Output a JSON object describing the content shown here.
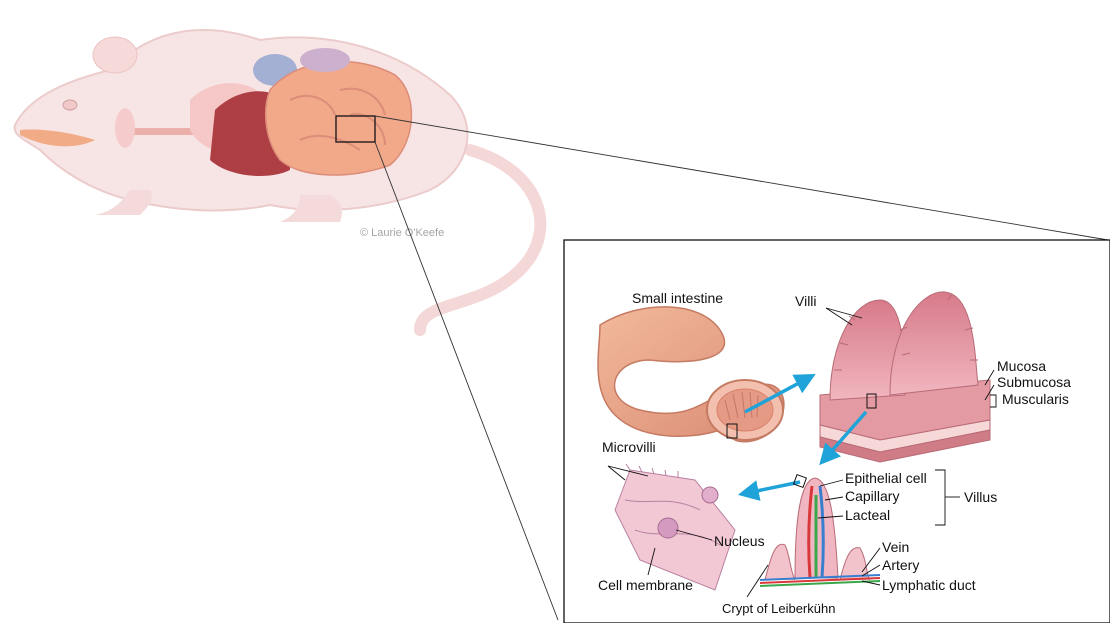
{
  "credit": "© Laurie O'Keefe",
  "labels": {
    "small_intestine": "Small intestine",
    "villi": "Villi",
    "mucosa": "Mucosa",
    "submucosa": "Submucosa",
    "muscularis": "Muscularis",
    "microvilli": "Microvilli",
    "epithelial_cell": "Epithelial cell",
    "capillary": "Capillary",
    "lacteal": "Lacteal",
    "villus": "Villus",
    "nucleus": "Nucleus",
    "vein": "Vein",
    "artery": "Artery",
    "lymphatic_duct": "Lymphatic duct",
    "cell_membrane": "Cell membrane",
    "crypt": "Crypt of Leiberkühn"
  },
  "colors": {
    "tissue_pink": "#e9a0a6",
    "tissue_dark": "#c96a76",
    "arrow_blue": "#1fa3d8",
    "vein_blue": "#3a7ed0",
    "artery_red": "#d9383a",
    "lymph_green": "#3aa84a",
    "mouse_body": "#f6dede"
  }
}
